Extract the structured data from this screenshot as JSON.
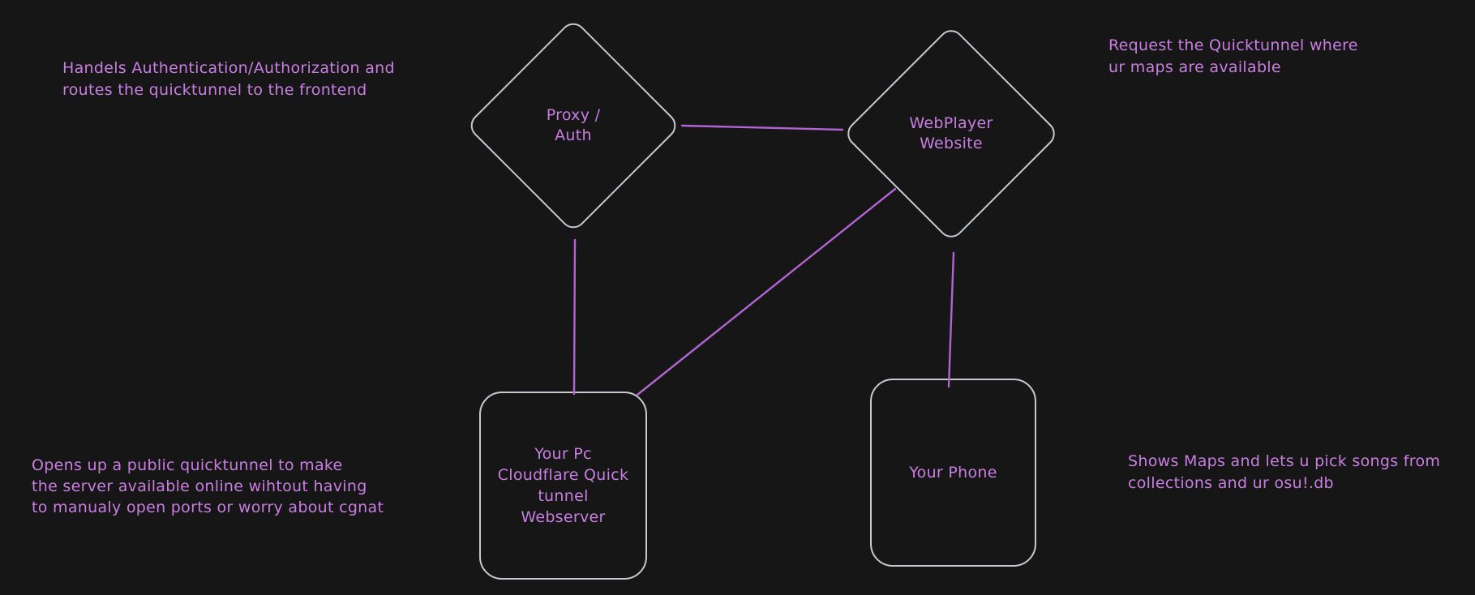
{
  "app": {
    "type": "whiteboard-diagram",
    "background_color": "#161616",
    "shape_stroke_color": "#c6c9ce",
    "text_color": "#c97fe2",
    "connector_color": "#b264d2"
  },
  "nodes": {
    "proxy": {
      "shape": "diamond",
      "label": "Proxy /\nAuth"
    },
    "webplayer": {
      "shape": "diamond",
      "label": "WebPlayer\nWebsite"
    },
    "pc": {
      "shape": "rounded-rectangle",
      "label": "Your Pc\nCloudflare Quick\ntunnel\nWebserver"
    },
    "phone": {
      "shape": "rounded-rectangle",
      "label": "Your Phone"
    }
  },
  "annotations": {
    "proxy_note": "Handels Authentication/Authorization and\nroutes the quicktunnel to the frontend",
    "webplayer_note": "Request the Quicktunnel where\nur maps are available",
    "pc_note": "Opens up a public quicktunnel to make\nthe server available online wihtout having\nto manualy open ports or worry about cgnat",
    "phone_note": "Shows Maps and lets u pick songs from\ncollections and ur osu!.db"
  },
  "edges": [
    {
      "from": "proxy",
      "to": "webplayer"
    },
    {
      "from": "proxy",
      "to": "pc"
    },
    {
      "from": "webplayer",
      "to": "pc"
    },
    {
      "from": "webplayer",
      "to": "phone"
    }
  ]
}
